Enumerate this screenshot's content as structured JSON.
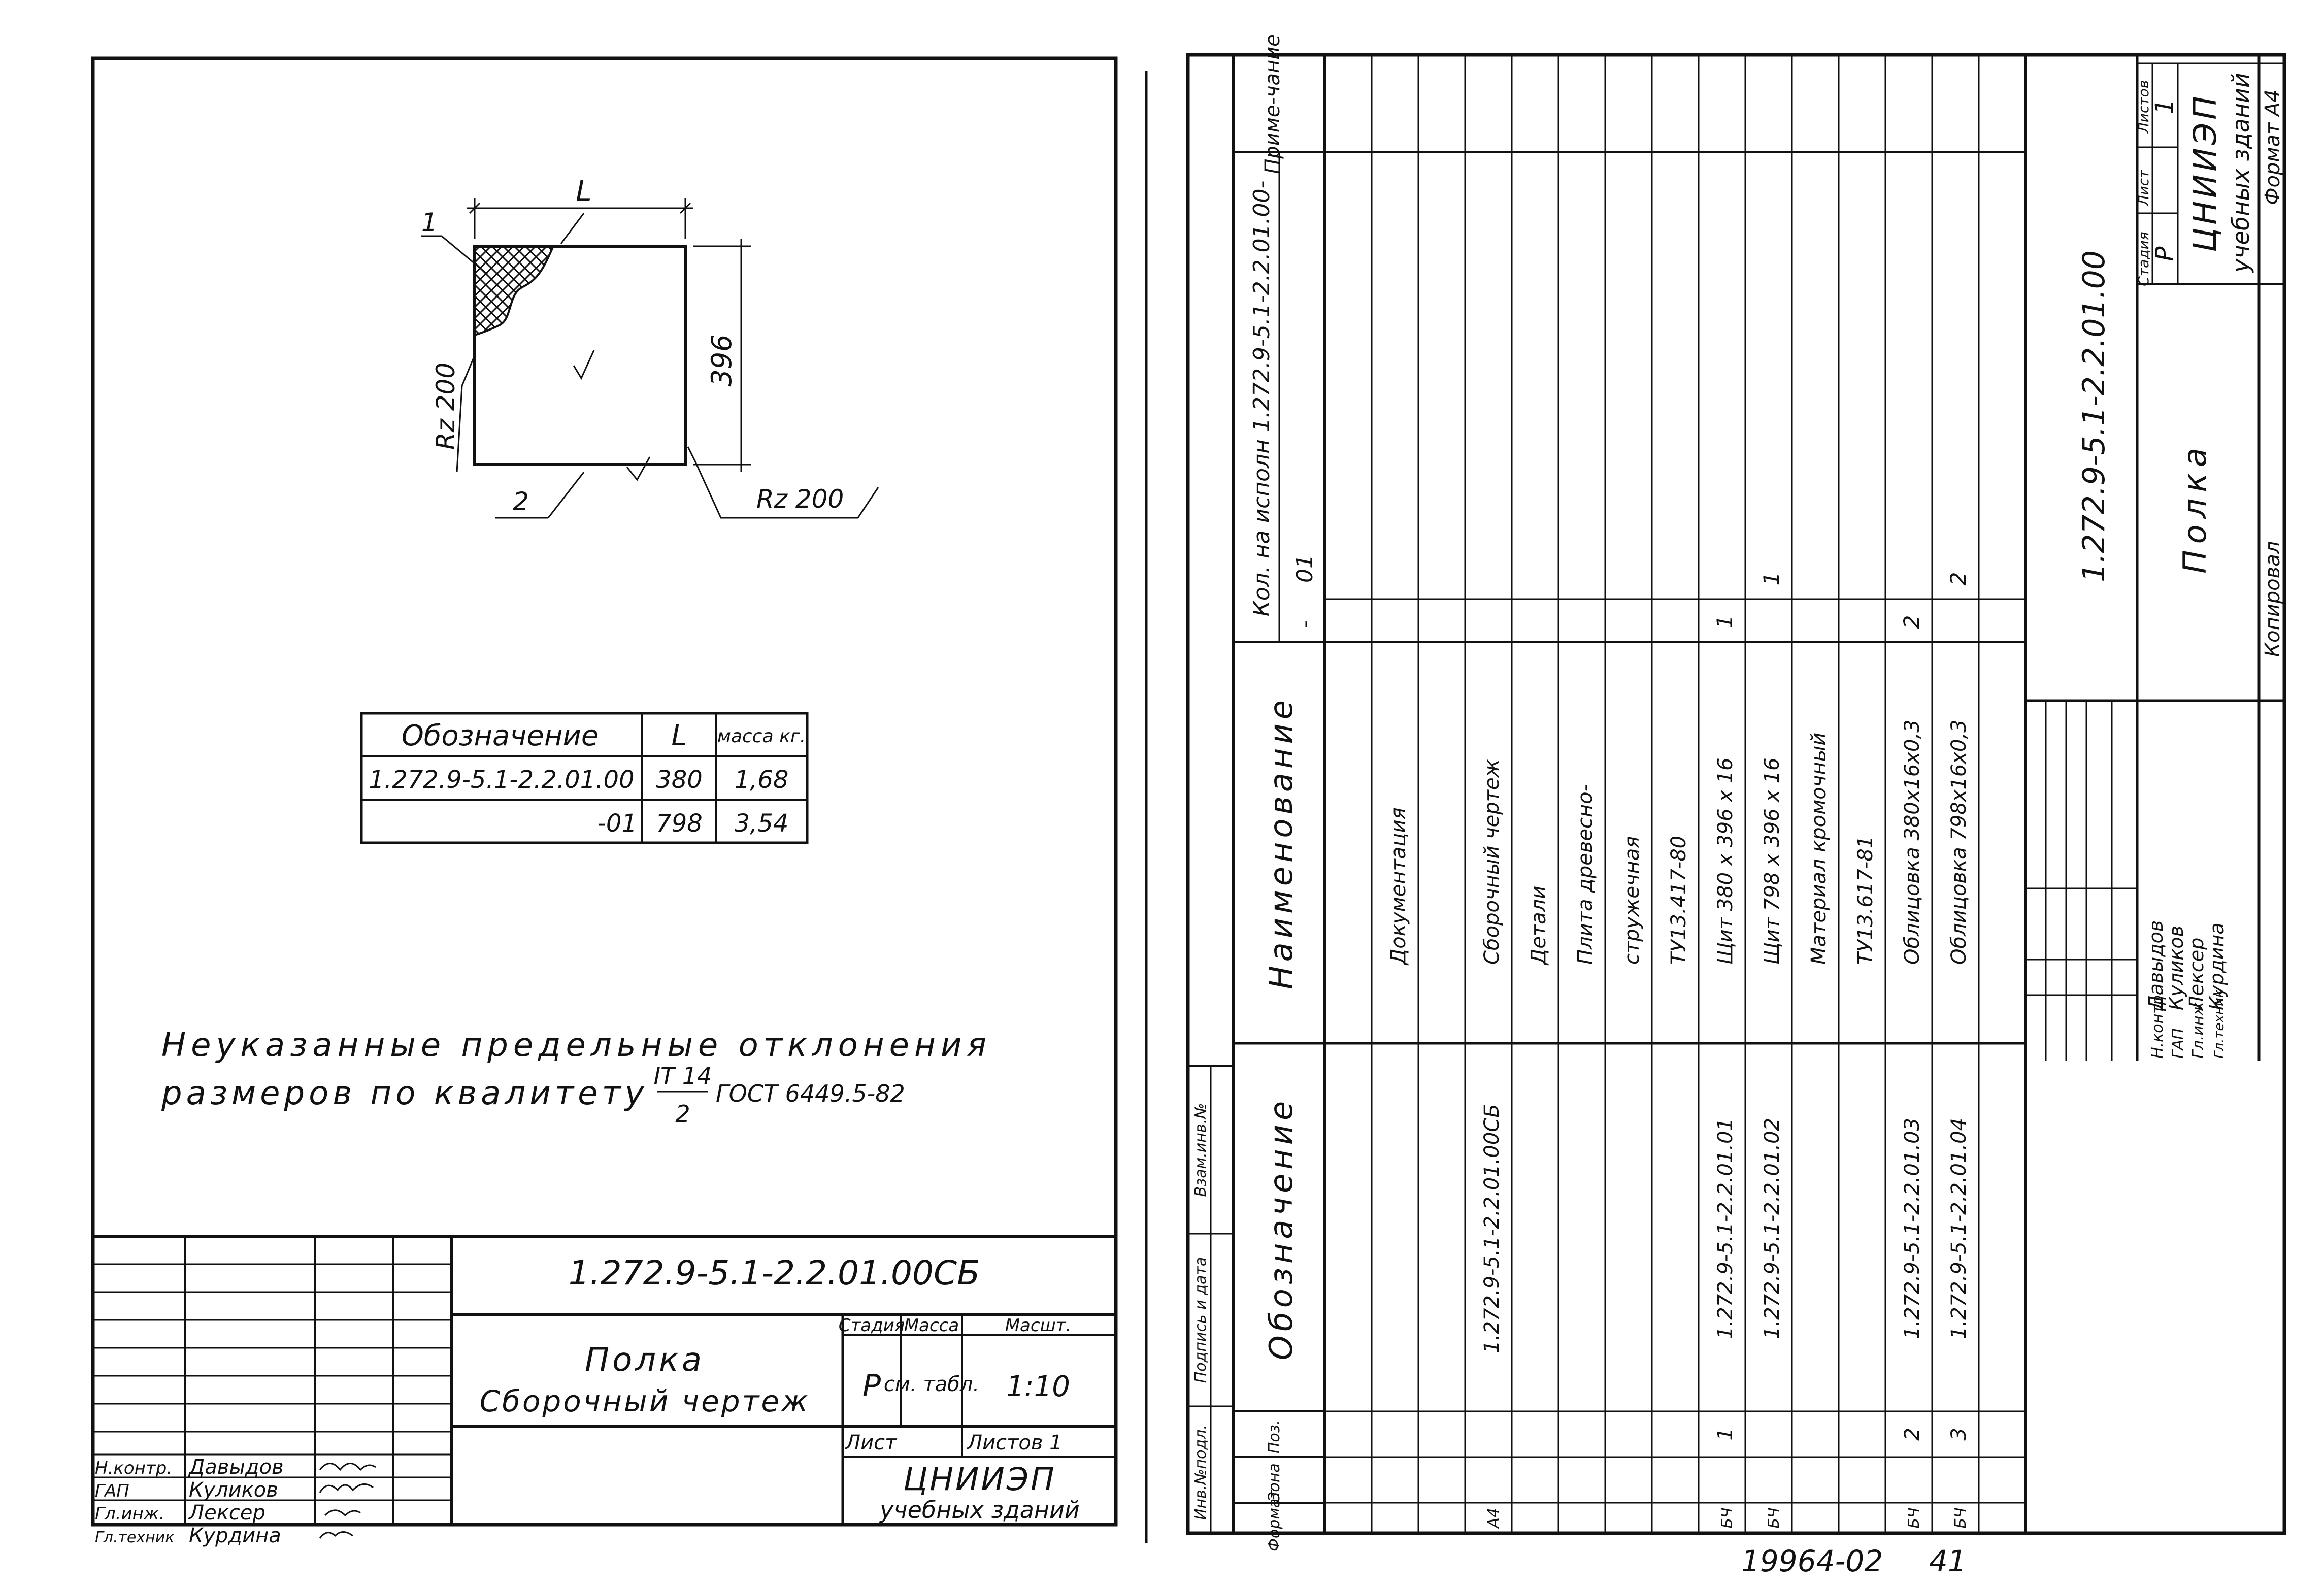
{
  "left_sheet": {
    "detail": {
      "dim_width": "L",
      "dim_height": "396",
      "leader_1": "1",
      "leader_2": "2",
      "roughness_left": "Rz 200",
      "roughness_right": "Rz 200"
    },
    "mass_table": {
      "headers": [
        "Обозначение",
        "L",
        "масса кг."
      ],
      "rows": [
        [
          "1.272.9-5.1-2.2.01.00",
          "380",
          "1,68"
        ],
        [
          "-01",
          "798",
          "3,54"
        ]
      ]
    },
    "note_line1": "Неуказанные предельные отклонения",
    "note_line2": "размеров по квалитету",
    "note_fraction_top": "IT 14",
    "note_fraction_bottom": "2",
    "note_standard": "ГОСТ 6449.5-82",
    "title_block": {
      "designation": "1.272.9-5.1-2.2.01.00СБ",
      "name_line1": "Полка",
      "name_line2": "Сборочный чертеж",
      "stage_header": "Стадия",
      "mass_header": "Масса",
      "scale_header": "Масшт.",
      "stage": "Р",
      "mass": "см. табл.",
      "scale": "1:10",
      "sheet_label": "Лист",
      "sheets_label": "Листов 1",
      "org_line1": "ЦНИИЭП",
      "org_line2": "учебных зданий",
      "roles": [
        "Н.контр.",
        "ГАП",
        "Гл.инж.",
        "Гл.техник"
      ],
      "names": [
        "Давыдов",
        "Куликов",
        "Лексер",
        "Курдина"
      ]
    }
  },
  "right_sheet": {
    "col_headers": {
      "format": "Формат",
      "zone": "Зона",
      "pos": "Поз.",
      "designation": "Обозначение",
      "name": "Наименование",
      "qty_group": "Кол. на исполн 1.272.9-5.1-2.2.01.00-",
      "qty_a": "-",
      "qty_b": "01",
      "note": "Приме-чание"
    },
    "rows": [
      {
        "format": "",
        "pos": "",
        "designation": "",
        "name": "",
        "qa": "",
        "qb": ""
      },
      {
        "format": "",
        "pos": "",
        "designation": "",
        "name": "Документация",
        "qa": "",
        "qb": ""
      },
      {
        "format": "",
        "pos": "",
        "designation": "",
        "name": "",
        "qa": "",
        "qb": ""
      },
      {
        "format": "А4",
        "pos": "",
        "designation": "1.272.9-5.1-2.2.01.00СБ",
        "name": "Сборочный чертеж",
        "qa": "",
        "qb": ""
      },
      {
        "format": "",
        "pos": "",
        "designation": "",
        "name": "Детали",
        "qa": "",
        "qb": ""
      },
      {
        "format": "",
        "pos": "",
        "designation": "",
        "name": "Плита древесно-",
        "qa": "",
        "qb": ""
      },
      {
        "format": "",
        "pos": "",
        "designation": "",
        "name": "стружечная",
        "qa": "",
        "qb": ""
      },
      {
        "format": "",
        "pos": "",
        "designation": "",
        "name": "ТУ13.417-80",
        "qa": "",
        "qb": ""
      },
      {
        "format": "БЧ",
        "pos": "1",
        "designation": "1.272.9-5.1-2.2.01.01",
        "name": "Щит 380 х 396 х 16",
        "qa": "1",
        "qb": ""
      },
      {
        "format": "БЧ",
        "pos": "",
        "designation": "1.272.9-5.1-2.2.01.02",
        "name": "Щит 798 х 396 х 16",
        "qa": "",
        "qb": "1"
      },
      {
        "format": "",
        "pos": "",
        "designation": "",
        "name": "Материал кромочный",
        "qa": "",
        "qb": ""
      },
      {
        "format": "",
        "pos": "",
        "designation": "",
        "name": "ТУ13.617-81",
        "qa": "",
        "qb": ""
      },
      {
        "format": "БЧ",
        "pos": "2",
        "designation": "1.272.9-5.1-2.2.01.03",
        "name": "Облицовка 380х16х0,3",
        "qa": "2",
        "qb": ""
      },
      {
        "format": "БЧ",
        "pos": "3",
        "designation": "1.272.9-5.1-2.2.01.04",
        "name": "Облицовка 798х16х0,3",
        "qa": "",
        "qb": "2"
      },
      {
        "format": "",
        "pos": "",
        "designation": "",
        "name": "",
        "qa": "",
        "qb": ""
      }
    ],
    "side_stamp": [
      "Инв.№подл.",
      "Подпись и дата",
      "Взам.инв.№"
    ],
    "title_block": {
      "designation": "1.272.9-5.1-2.2.01.00",
      "name": "Полка",
      "stage_header": "Стадия",
      "sheet_header": "Лист",
      "sheets_header": "Листов",
      "stage": "Р",
      "sheets": "1",
      "org_line1": "ЦНИИЭП",
      "org_line2": "учебных зданий",
      "roles": [
        "Н.контр.",
        "ГАП",
        "Гл.инж.",
        "Гл.техник"
      ],
      "names": [
        "Давыдов",
        "Куликов",
        "Лексер",
        "Курдина"
      ],
      "copied": "Копировал",
      "format": "Формат А4"
    }
  },
  "footer_number": "19964-02",
  "footer_page": "41"
}
